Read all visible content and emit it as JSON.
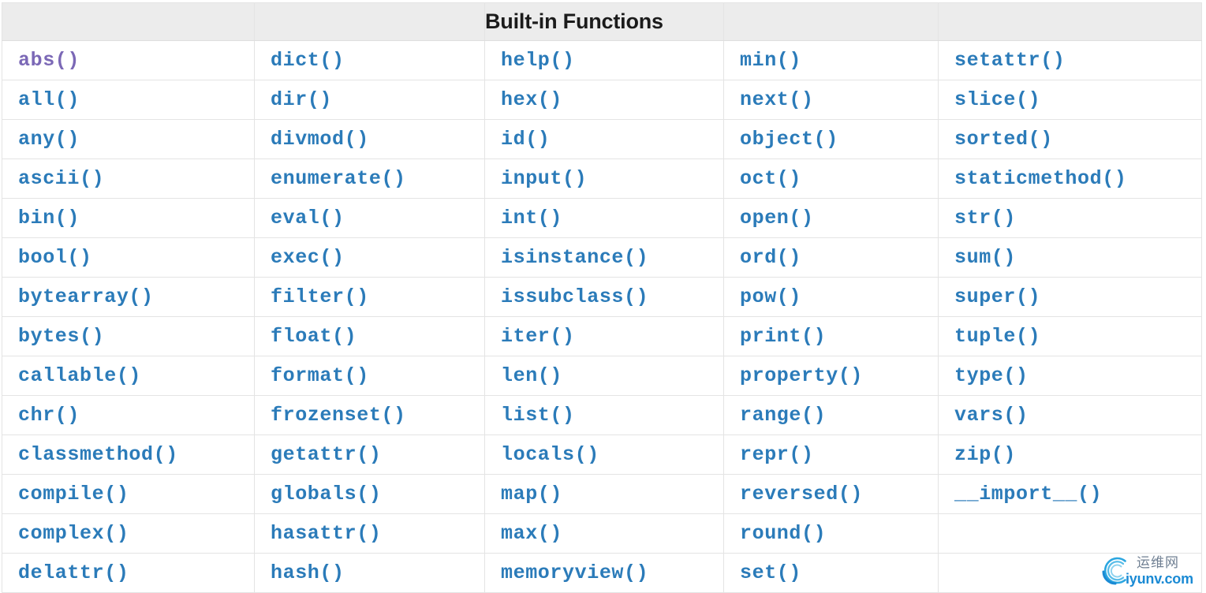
{
  "header": {
    "title": "Built-in Functions",
    "title_column_index": 2,
    "background_color": "#ececec",
    "title_color": "#1b1b1b"
  },
  "theme": {
    "link_color": "#2b7bb9",
    "visited_link_color": "#7b68b6",
    "border_color": "#e4e4e4",
    "cell_background": "#ffffff",
    "page_background": "#ffffff"
  },
  "table": {
    "column_count": 5,
    "row_count": 15,
    "columns": [
      {
        "index": 0,
        "cells": [
          {
            "label": "abs()",
            "visited": true
          },
          {
            "label": "all()",
            "visited": false
          },
          {
            "label": "any()",
            "visited": false
          },
          {
            "label": "ascii()",
            "visited": false
          },
          {
            "label": "bin()",
            "visited": false
          },
          {
            "label": "bool()",
            "visited": false
          },
          {
            "label": "bytearray()",
            "visited": false
          },
          {
            "label": "bytes()",
            "visited": false
          },
          {
            "label": "callable()",
            "visited": false
          },
          {
            "label": "chr()",
            "visited": false
          },
          {
            "label": "classmethod()",
            "visited": false
          },
          {
            "label": "compile()",
            "visited": false
          },
          {
            "label": "complex()",
            "visited": false
          },
          {
            "label": "delattr()",
            "visited": false
          }
        ]
      },
      {
        "index": 1,
        "cells": [
          {
            "label": "dict()",
            "visited": false
          },
          {
            "label": "dir()",
            "visited": false
          },
          {
            "label": "divmod()",
            "visited": false
          },
          {
            "label": "enumerate()",
            "visited": false
          },
          {
            "label": "eval()",
            "visited": false
          },
          {
            "label": "exec()",
            "visited": false
          },
          {
            "label": "filter()",
            "visited": false
          },
          {
            "label": "float()",
            "visited": false
          },
          {
            "label": "format()",
            "visited": false
          },
          {
            "label": "frozenset()",
            "visited": false
          },
          {
            "label": "getattr()",
            "visited": false
          },
          {
            "label": "globals()",
            "visited": false
          },
          {
            "label": "hasattr()",
            "visited": false
          },
          {
            "label": "hash()",
            "visited": false
          }
        ]
      },
      {
        "index": 2,
        "cells": [
          {
            "label": "help()",
            "visited": false
          },
          {
            "label": "hex()",
            "visited": false
          },
          {
            "label": "id()",
            "visited": false
          },
          {
            "label": "input()",
            "visited": false
          },
          {
            "label": "int()",
            "visited": false
          },
          {
            "label": "isinstance()",
            "visited": false
          },
          {
            "label": "issubclass()",
            "visited": false
          },
          {
            "label": "iter()",
            "visited": false
          },
          {
            "label": "len()",
            "visited": false
          },
          {
            "label": "list()",
            "visited": false
          },
          {
            "label": "locals()",
            "visited": false
          },
          {
            "label": "map()",
            "visited": false
          },
          {
            "label": "max()",
            "visited": false
          },
          {
            "label": "memoryview()",
            "visited": false
          }
        ]
      },
      {
        "index": 3,
        "cells": [
          {
            "label": "min()",
            "visited": false
          },
          {
            "label": "next()",
            "visited": false
          },
          {
            "label": "object()",
            "visited": false
          },
          {
            "label": "oct()",
            "visited": false
          },
          {
            "label": "open()",
            "visited": false
          },
          {
            "label": "ord()",
            "visited": false
          },
          {
            "label": "pow()",
            "visited": false
          },
          {
            "label": "print()",
            "visited": false
          },
          {
            "label": "property()",
            "visited": false
          },
          {
            "label": "range()",
            "visited": false
          },
          {
            "label": "repr()",
            "visited": false
          },
          {
            "label": "reversed()",
            "visited": false
          },
          {
            "label": "round()",
            "visited": false
          },
          {
            "label": "set()",
            "visited": false
          }
        ]
      },
      {
        "index": 4,
        "cells": [
          {
            "label": "setattr()",
            "visited": false
          },
          {
            "label": "slice()",
            "visited": false
          },
          {
            "label": "sorted()",
            "visited": false
          },
          {
            "label": "staticmethod()",
            "visited": false
          },
          {
            "label": "str()",
            "visited": false
          },
          {
            "label": "sum()",
            "visited": false
          },
          {
            "label": "super()",
            "visited": false
          },
          {
            "label": "tuple()",
            "visited": false
          },
          {
            "label": "type()",
            "visited": false
          },
          {
            "label": "vars()",
            "visited": false
          },
          {
            "label": "zip()",
            "visited": false
          },
          {
            "label": "__import__()",
            "visited": false
          },
          {
            "label": "",
            "visited": false
          },
          {
            "label": "",
            "visited": false
          }
        ]
      }
    ]
  },
  "watermark": {
    "icon": "swoosh-circle-logo",
    "chinese_text": "运维网",
    "domain_text": "iyunv.com",
    "mark_color": "#2ba6e0",
    "chinese_color": "#6f7f92",
    "domain_color": "#1a8ad4"
  }
}
